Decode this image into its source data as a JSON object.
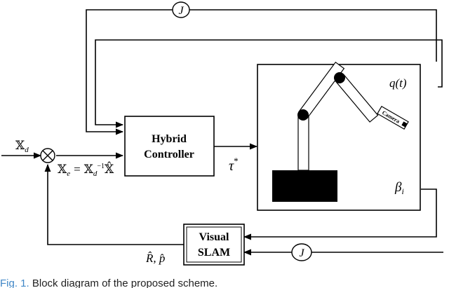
{
  "blocks": {
    "controller_line1": "Hybrid",
    "controller_line2": "Controller",
    "slam_line1": "Visual",
    "slam_line2": "SLAM",
    "camera_label": "Camera"
  },
  "labels": {
    "jacobian_top": "J",
    "jacobian_bottom": "J",
    "input": "𝕏",
    "input_sub": "d",
    "error_lhs": "𝕏",
    "error_lhs_sub": "e",
    "error_eq": "=",
    "error_rhs": "𝕏",
    "error_rhs_sub": "d",
    "error_rhs_sup": "−1",
    "error_rhs_hat": "𝕏̂",
    "torque": "τ",
    "torque_sup": "*",
    "joints": "q(t)",
    "features": "β",
    "features_sub": "i",
    "estimate": "R̂, p̂"
  },
  "caption": {
    "fig_label": "Fig. 1.",
    "text": "Block diagram of the proposed scheme."
  }
}
